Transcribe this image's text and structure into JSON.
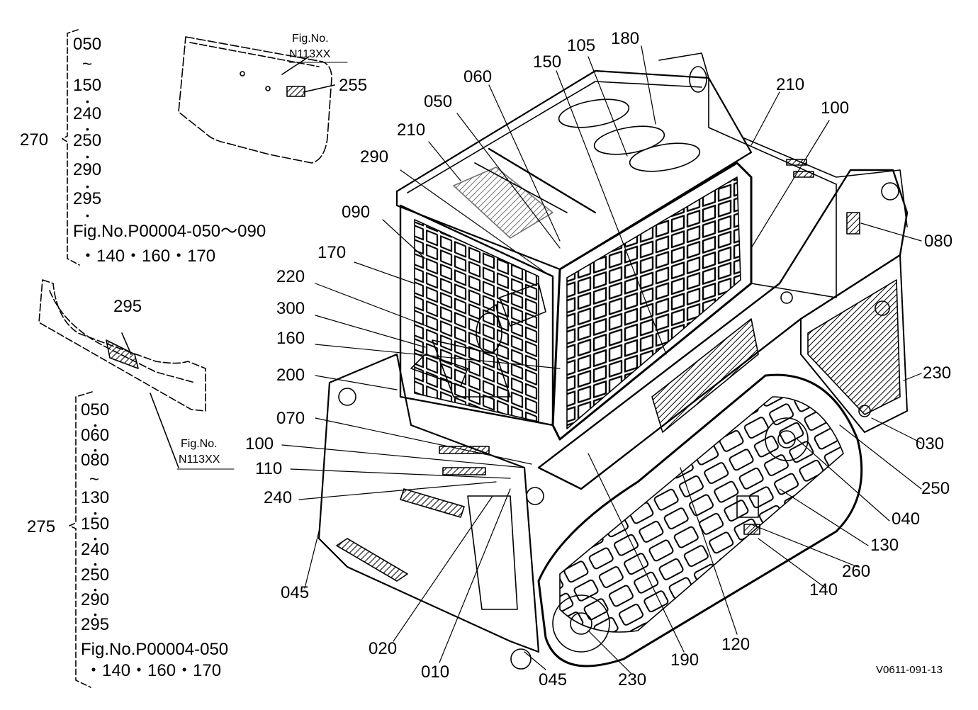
{
  "callouts": {
    "c255": "255",
    "c180": "180",
    "c105": "105",
    "c150top": "150",
    "c060": "060",
    "c210top": "210",
    "c100top": "100",
    "c050": "050",
    "c210": "210",
    "c290": "290",
    "c090": "090",
    "c080": "080",
    "c170": "170",
    "c220": "220",
    "c300": "300",
    "c160": "160",
    "c230r": "230",
    "c200": "200",
    "c070": "070",
    "c030": "030",
    "c100": "100",
    "c110": "110",
    "c250": "250",
    "c240": "240",
    "c040": "040",
    "c130": "130",
    "c260": "260",
    "c140": "140",
    "c045l": "045",
    "c020": "020",
    "c120": "120",
    "c010": "010",
    "c190": "190",
    "c045b": "045",
    "c230b": "230",
    "c295": "295",
    "c270": "270",
    "c275": "275"
  },
  "fig_ref_top": {
    "line1": "Fig.No.",
    "line2": "N113XX"
  },
  "fig_ref_mid": {
    "line1": "Fig.No.",
    "line2": "N113XX"
  },
  "group_270": {
    "items": [
      "050",
      "~",
      "150",
      "240",
      "250",
      "290",
      "295"
    ],
    "fig_line": "Fig.No.P00004-050～090",
    "extra_line": "・140・160・170"
  },
  "group_275": {
    "items": [
      "050",
      "060",
      "080",
      "~",
      "130",
      "150",
      "240",
      "250",
      "290",
      "295"
    ],
    "fig_line": "Fig.No.P00004-050",
    "extra_line": "・140・160・170"
  },
  "drawing_code": "V0611-091-13"
}
